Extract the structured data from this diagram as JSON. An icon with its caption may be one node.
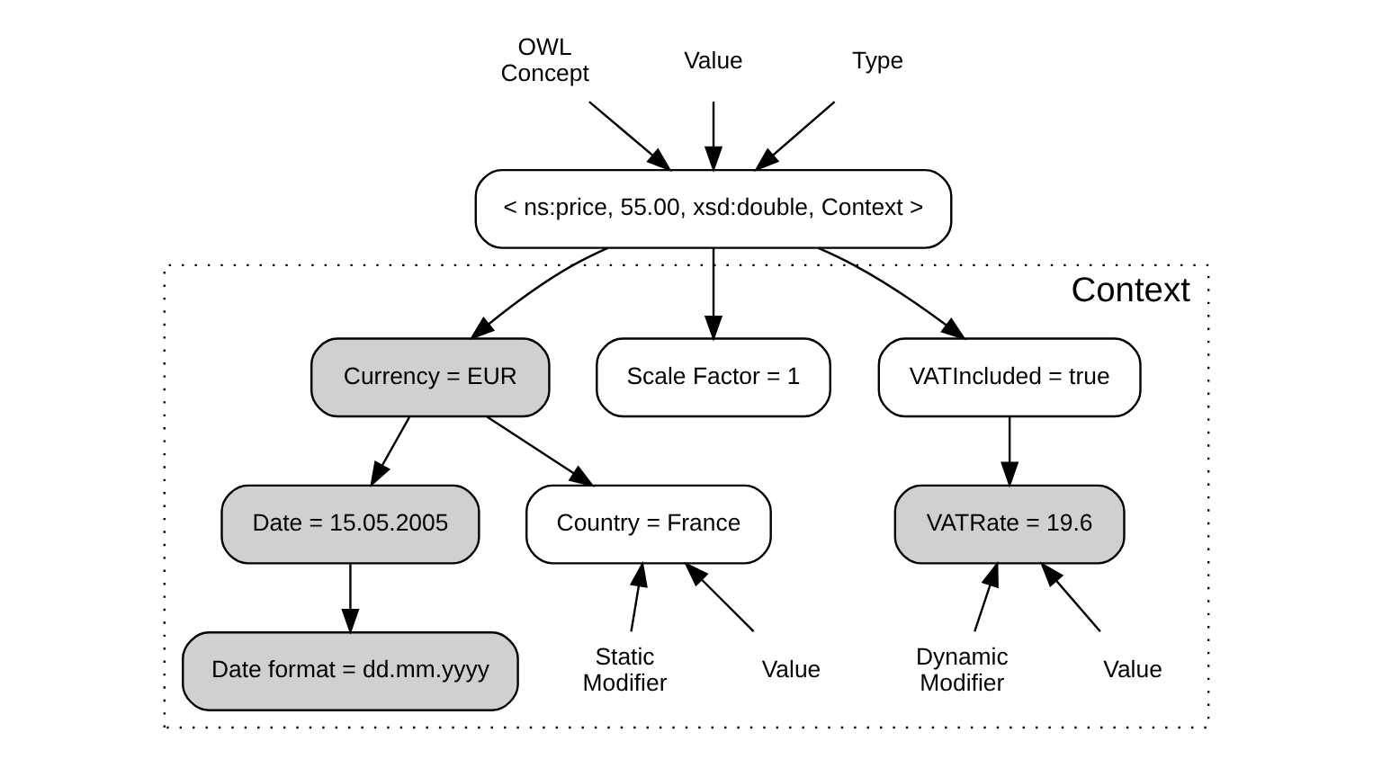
{
  "diagram": {
    "nodes": [
      {
        "text": [
          "OWL Concept"
        ]
      },
      {
        "text": [
          "Value"
        ]
      },
      {
        "text": [
          "Type"
        ]
      },
      {
        "text": [
          "< ns:price, 55.00, xsd:double, Context >"
        ]
      },
      {
        "text": [
          "Context"
        ]
      },
      {
        "text": [
          "VATIncluded = true"
        ],
        "in": 4
      },
      {
        "text": [
          "Scale Factor = 1"
        ],
        "in": 4
      },
      {
        "text": [
          "Currency = EUR"
        ],
        "in": 4
      },
      {
        "text": [
          "VATRate = 19.6"
        ],
        "in": 4
      },
      {
        "text": [
          "Date = 15.05.2005"
        ],
        "in": 4
      },
      {
        "text": [
          "Country = France"
        ],
        "in": 4
      },
      {
        "text": [
          "Date format = dd.mm.yyyy"
        ],
        "in": 4
      },
      {
        "text": [
          "Dynamic Modifier"
        ],
        "in": 4
      },
      {
        "text": [
          "Value"
        ],
        "in": 4
      },
      {
        "text": [
          "Static Modifier"
        ],
        "in": 4
      },
      {
        "text": [
          "Value"
        ],
        "in": 4
      }
    ],
    "edges": [
      {
        "from": 0,
        "to": 3,
        "arrow": "to"
      },
      {
        "from": 1,
        "to": 3,
        "arrow": "to"
      },
      {
        "from": 2,
        "to": 3,
        "arrow": "to"
      },
      {
        "from": 3,
        "to": 5,
        "arrow": "to"
      },
      {
        "from": 3,
        "to": 6,
        "arrow": "to"
      },
      {
        "from": 3,
        "to": 7,
        "arrow": "to"
      },
      {
        "from": 5,
        "to": 8,
        "arrow": "to"
      },
      {
        "from": 7,
        "to": 9,
        "arrow": "to"
      },
      {
        "from": 7,
        "to": 10,
        "arrow": "to"
      },
      {
        "from": 9,
        "to": 11,
        "arrow": "to"
      },
      {
        "from": 12,
        "to": 8,
        "arrow": "to"
      },
      {
        "from": 13,
        "to": 8,
        "arrow": "to"
      },
      {
        "from": 14,
        "to": 10,
        "arrow": "to"
      },
      {
        "from": 15,
        "to": 10,
        "arrow": "to"
      }
    ]
  }
}
